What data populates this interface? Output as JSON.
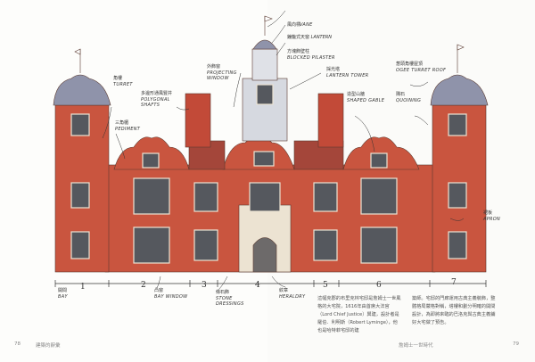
{
  "labels": {
    "vane": {
      "zh": "風向標",
      "en": "VANE"
    },
    "lantern": {
      "zh": "鐘籠式天窗",
      "en": "LANTERN"
    },
    "blocked_pilaster": {
      "zh": "方塊飾壁柱",
      "en": "BLOCKED PILASTER"
    },
    "lantern_tower": {
      "zh": "採光塔",
      "en": "LANTERN TOWER"
    },
    "projecting_window": {
      "zh": "外飾窗",
      "en": "PROJECTING WINDOW"
    },
    "turret": {
      "zh": "角樓",
      "en": "TURRET"
    },
    "polygonal_shafts": {
      "zh": "多邊形通風豎井",
      "en": "POLYGONAL SHAFTS"
    },
    "pediment": {
      "zh": "三角楣",
      "en": "PEDIMENT"
    },
    "ogee_turret_roof": {
      "zh": "葱頭角樓屋頂",
      "en": "OGEE TURRET ROOF"
    },
    "shaped_gable": {
      "zh": "造型山牆",
      "en": "SHAPED GABLE"
    },
    "quoining": {
      "zh": "隅石",
      "en": "QUOINING"
    },
    "apron": {
      "zh": "裙板",
      "en": "APRON"
    },
    "bay": {
      "zh": "開間",
      "en": "BAY"
    },
    "bay_window": {
      "zh": "凸窗",
      "en": "BAY WINDOW"
    },
    "stone_dressings": {
      "zh": "條石飾",
      "en": "STONE DRESSINGS"
    },
    "heraldry": {
      "zh": "紋章",
      "en": "HERALDRY"
    }
  },
  "bay_numbers": [
    "1",
    "2",
    "3",
    "4",
    "5",
    "6",
    "7"
  ],
  "body": {
    "col1": "這幅克郡的布里克林宅邸是詹姆士一世風格的大宅院，1616年由首席大法官（Lord Chief Justice）興建，設計者是羅伯．利明斯（Robert Lyminge），他也是哈特菲宅邸的建",
    "col2": "築師。宅邸的門廊運用古典主義裝飾，整體格局嚴格對稱，塔樓和劃分明確的開間設計，為即將來臨的巴洛克與古典主義鋪好大宅做了預告。"
  },
  "footer": {
    "left_page": "78",
    "left_title": "建築的辭彙",
    "right_title": "詹姆士一世時代",
    "right_page": "79"
  },
  "colors": {
    "brick": "#c9553f",
    "stone": "#ece3d2",
    "roof": "#8f93aa"
  }
}
